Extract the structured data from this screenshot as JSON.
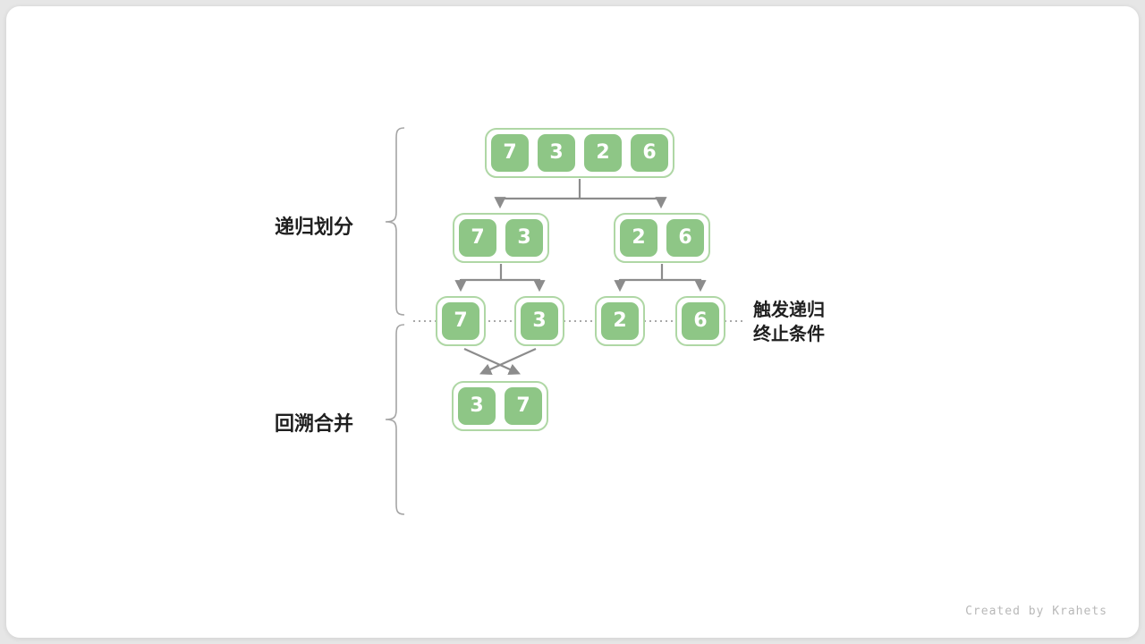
{
  "diagram": {
    "title_implicit": "merge sort recursion diagram",
    "labels": {
      "divide": "递归划分",
      "merge": "回溯合并",
      "terminate": [
        "触发递归",
        "终止条件"
      ]
    },
    "levels": {
      "l1": [
        "7",
        "3",
        "2",
        "6"
      ],
      "l2a": [
        "7",
        "3"
      ],
      "l2b": [
        "2",
        "6"
      ],
      "l3": [
        "7",
        "3",
        "2",
        "6"
      ],
      "l4": [
        "3",
        "7"
      ]
    },
    "colors": {
      "cell_fill": "#8ec686",
      "cell_border": "#afd7a5",
      "arrow": "#8c8c8c",
      "label_text": "#1f1f1f"
    }
  },
  "footer": {
    "credit": "Created by Krahets"
  }
}
